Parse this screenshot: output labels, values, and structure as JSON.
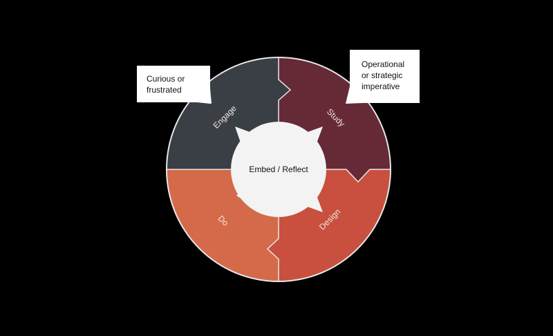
{
  "diagram": {
    "center_label": "Embed / Reflect",
    "segments": [
      {
        "id": "engage",
        "label": "Engage",
        "color": "#3a3e45"
      },
      {
        "id": "study",
        "label": "Study",
        "color": "#662a37"
      },
      {
        "id": "design",
        "label": "Design",
        "color": "#c9503e"
      },
      {
        "id": "do",
        "label": "Do",
        "color": "#d46a4a"
      }
    ],
    "callouts": [
      {
        "id": "left",
        "lines": [
          "Curious or",
          "frustrated"
        ]
      },
      {
        "id": "right",
        "lines": [
          "Operational",
          "or strategic",
          "imperative"
        ]
      }
    ],
    "center_color": "#f3f3f3"
  }
}
